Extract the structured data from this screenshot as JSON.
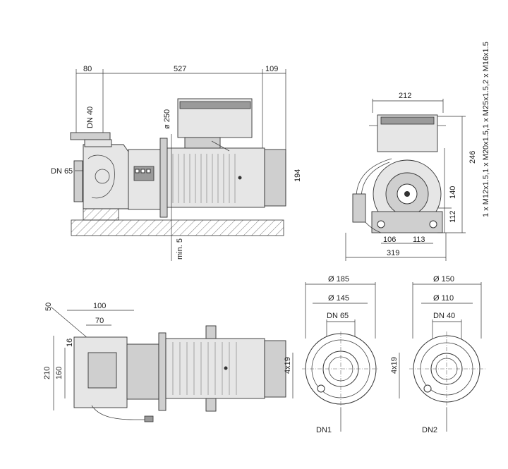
{
  "side_view": {
    "dim_top": [
      "80",
      "527",
      "109"
    ],
    "dim_dn_top": "DN 40",
    "dim_dn_left": "DN 65",
    "dim_diameter": "ø 250",
    "dim_height": "194",
    "dim_min": "min. 5"
  },
  "end_view": {
    "dim_width_top": "212",
    "dim_height_total": "246",
    "dim_height_center": "140",
    "dim_height_base": "112",
    "dim_left_base": "106",
    "dim_right_base": "113",
    "dim_total_width": "319",
    "cable_glands": "1 x M12x1.5,1 x M20x1.5,1 x M25x1.5,2 x M16x1.5"
  },
  "top_view": {
    "dim_50": "50",
    "dim_100": "100",
    "dim_70": "70",
    "dim_16": "16",
    "dim_210": "210",
    "dim_160": "160"
  },
  "flange_dn1": {
    "outer": "Ø 185",
    "bolt_circle": "Ø 145",
    "bore": "DN 65",
    "holes": "4x19",
    "label": "DN1"
  },
  "flange_dn2": {
    "outer": "Ø 150",
    "bolt_circle": "Ø 110",
    "bore": "DN 40",
    "holes": "4x19",
    "label": "DN2"
  }
}
